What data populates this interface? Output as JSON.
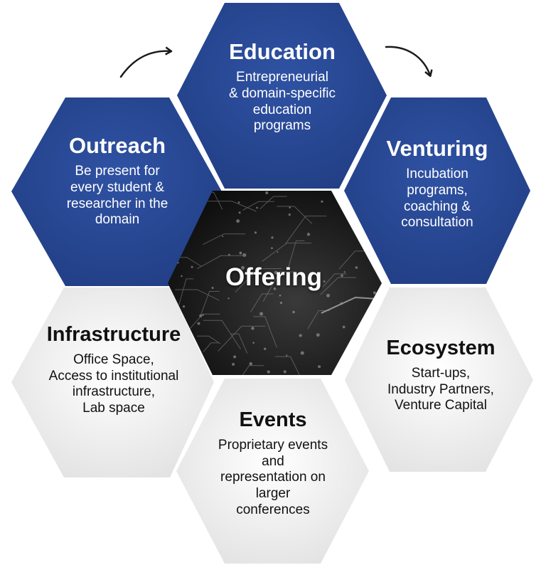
{
  "center": {
    "label": "Offering"
  },
  "segments": [
    {
      "key": "education",
      "title": "Education",
      "description": "Entrepreneurial\n& domain-specific\neducation\nprograms",
      "style": "dark"
    },
    {
      "key": "outreach",
      "title": "Outreach",
      "description": "Be present for\nevery student &\nresearcher in the\ndomain",
      "style": "dark"
    },
    {
      "key": "venturing",
      "title": "Venturing",
      "description": "Incubation\nprograms,\ncoaching &\nconsultation",
      "style": "dark"
    },
    {
      "key": "infrastructure",
      "title": "Infrastructure",
      "description": "Office Space,\nAccess to institutional\ninfrastructure,\nLab space",
      "style": "light"
    },
    {
      "key": "ecosystem",
      "title": "Ecosystem",
      "description": "Start-ups,\nIndustry Partners,\nVenture Capital",
      "style": "light"
    },
    {
      "key": "events",
      "title": "Events",
      "description": "Proprietary events\nand\nrepresentation on\nlarger\nconferences",
      "style": "light"
    }
  ],
  "colors": {
    "dark_fill": "#2a4a94",
    "dark_fill_edge": "#1f3b7e",
    "light_fill": "#e9e9e9",
    "light_fill_edge": "#f7f7f7",
    "arrow": "#1a1a1a",
    "center_fill": "#1c1c1c"
  },
  "icons": {
    "cycle_arrows": "curved-arrow-icon"
  }
}
